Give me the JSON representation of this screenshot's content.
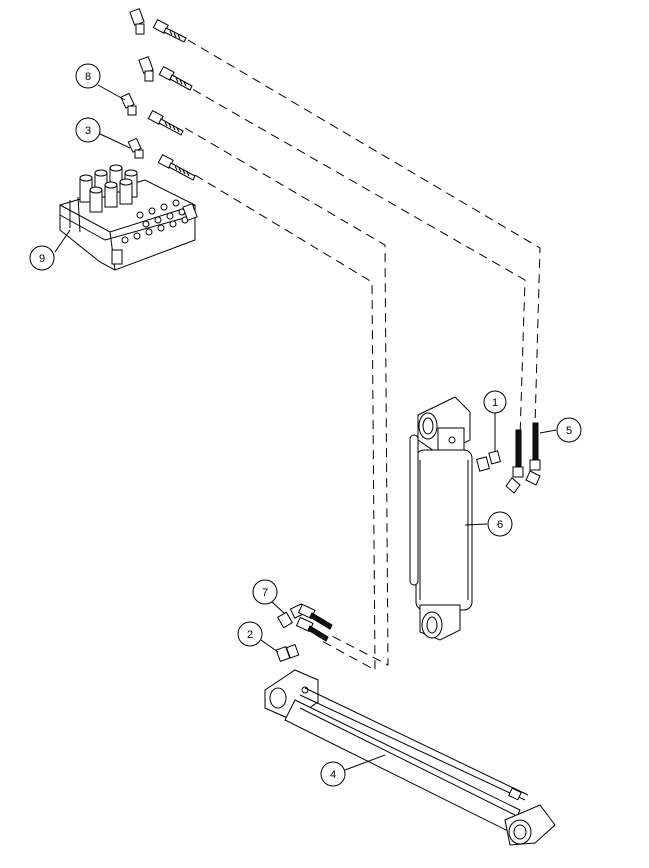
{
  "diagram": {
    "callouts": [
      {
        "id": "c8",
        "label": "8"
      },
      {
        "id": "c3",
        "label": "3"
      },
      {
        "id": "c9",
        "label": "9"
      },
      {
        "id": "c1",
        "label": "1"
      },
      {
        "id": "c5",
        "label": "5"
      },
      {
        "id": "c6",
        "label": "6"
      },
      {
        "id": "c7",
        "label": "7"
      },
      {
        "id": "c2",
        "label": "2"
      },
      {
        "id": "c4",
        "label": "4"
      }
    ],
    "colors": {
      "line": "#000000",
      "background": "#ffffff"
    }
  }
}
